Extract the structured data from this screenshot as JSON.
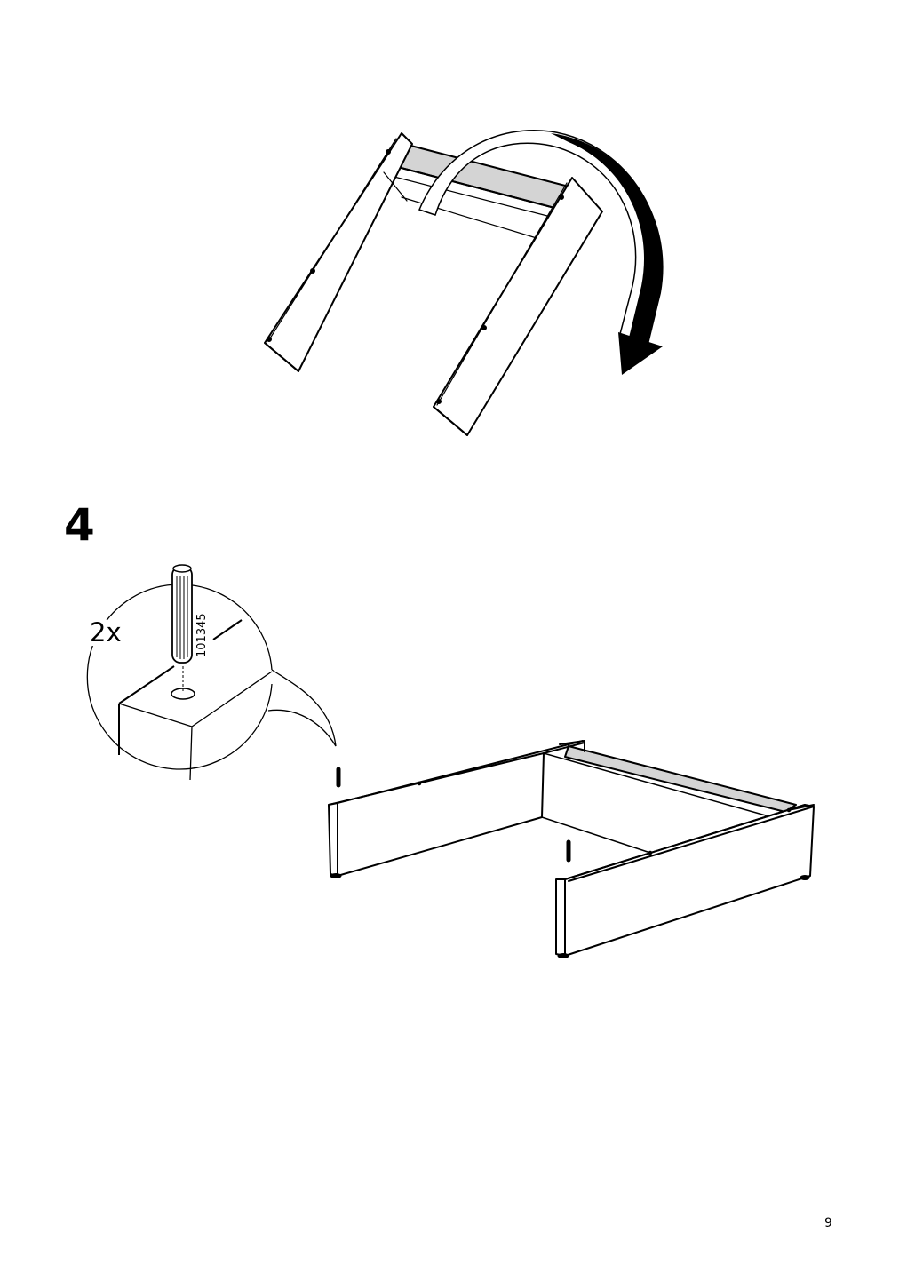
{
  "step": {
    "number": "4",
    "fastener_quantity": "2x",
    "fastener_part_number": "101345"
  },
  "page": {
    "number": "9"
  },
  "colors": {
    "line": "#000000",
    "shade": "#d4d4d4",
    "background": "#ffffff"
  },
  "icons": {
    "flip_arrow": "curved-arrow-icon",
    "dowel": "dowel-icon"
  }
}
